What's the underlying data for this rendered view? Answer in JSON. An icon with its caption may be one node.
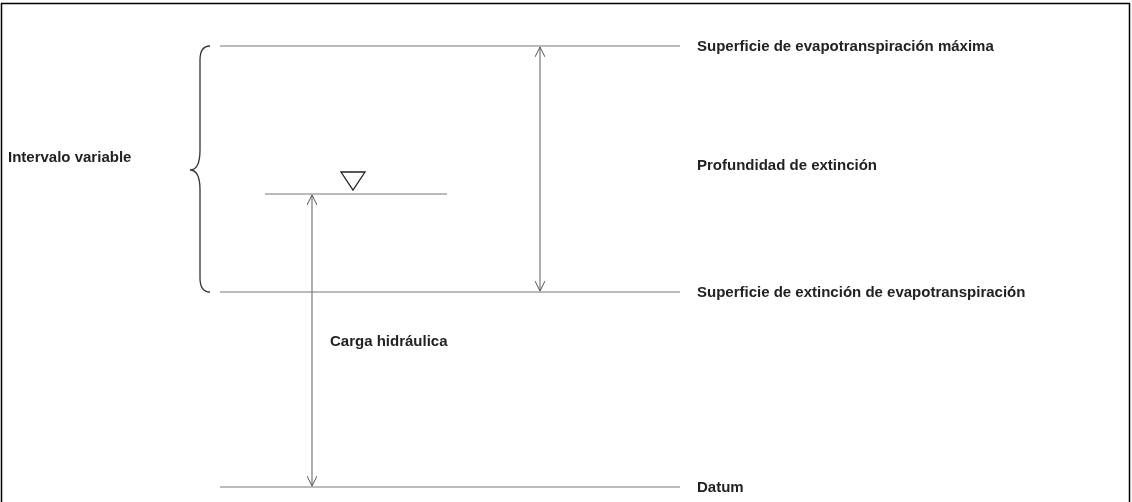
{
  "diagram": {
    "labels": [
      "Superficie de evapotranspiración máxima",
      "Intervalo variable",
      "Profundidad de extinción",
      "Superficie de extinción de evapotranspiración",
      "Carga hidráulica",
      "Datum"
    ]
  }
}
